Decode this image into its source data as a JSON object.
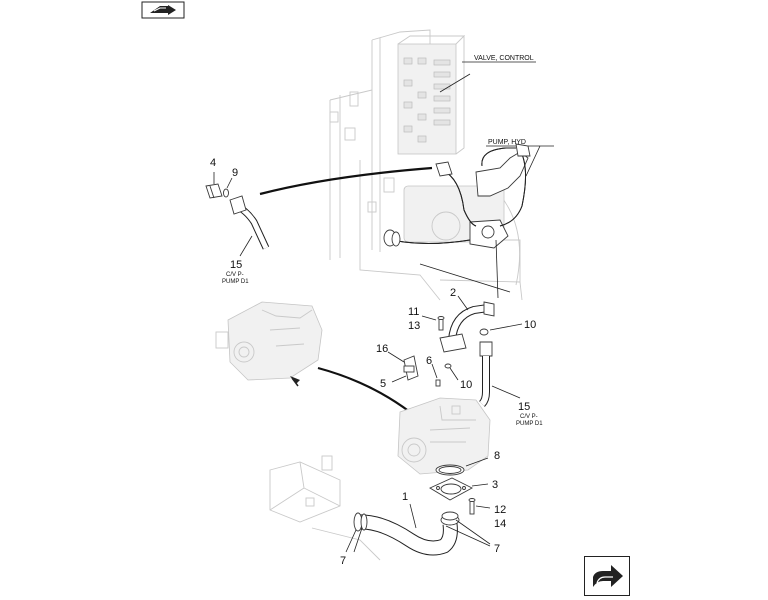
{
  "labels": {
    "valve_control": "VALVE, CONTROL",
    "pump_hyd": "PUMP, HYD"
  },
  "callouts": {
    "c1": "1",
    "c2": "2",
    "c3": "3",
    "c4": "4",
    "c5": "5",
    "c6": "6",
    "c7a": "7",
    "c7b": "7",
    "c8": "8",
    "c9": "9",
    "c10a": "10",
    "c10b": "10",
    "c11": "11",
    "c12": "12",
    "c13": "13",
    "c14": "14",
    "c15a": "15",
    "c15b": "15",
    "c16": "16"
  },
  "refs": {
    "r15a_line1": "C/V P-",
    "r15a_line2": "PUMP D1",
    "r15b_line1": "C/V P-",
    "r15b_line2": "PUMP D1"
  },
  "nav": {
    "prev_icon": "arrow-back-icon",
    "next_icon": "arrow-forward-icon"
  }
}
